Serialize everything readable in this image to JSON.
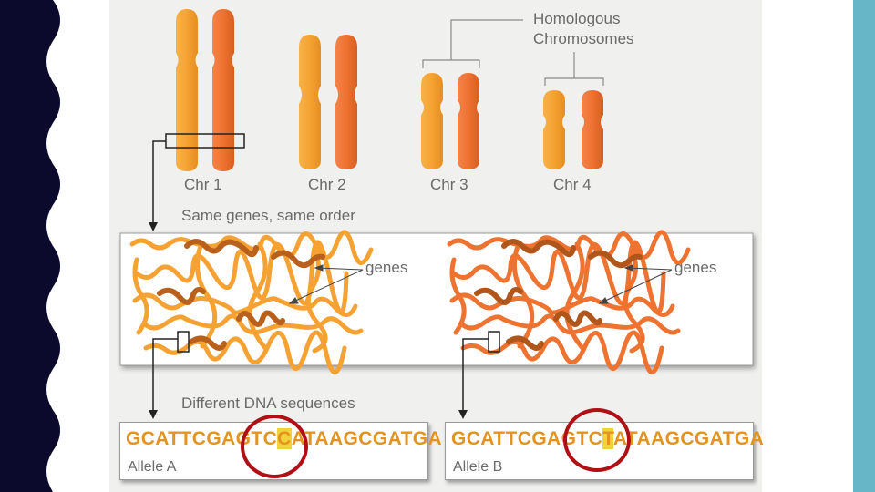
{
  "chromosomes": [
    {
      "label": "Chr 1"
    },
    {
      "label": "Chr 2"
    },
    {
      "label": "Chr 3"
    },
    {
      "label": "Chr 4"
    }
  ],
  "homologous_label_line1": "Homologous",
  "homologous_label_line2": "Chromosomes",
  "same_genes_label": "Same genes, same order",
  "genes_label_left": "genes",
  "genes_label_right": "genes",
  "different_dna_label": "Different DNA sequences",
  "allele_a": {
    "seq_before": "GCATTCGAGTC",
    "seq_highlight": "C",
    "seq_after": "ATAAGCGATGA",
    "label": "Allele A"
  },
  "allele_b": {
    "seq_before": "GCATTCGAGTC",
    "seq_highlight": "T",
    "seq_after": "ATAAGCGATGA",
    "label": "Allele B"
  },
  "colors": {
    "light_orange": "#f5a232",
    "dark_orange": "#ee7230",
    "gene_brown": "#b8601c",
    "circle_red": "#b01015",
    "highlight_yellow": "#f2d23a",
    "left_panel_navy": "#0b0a2c",
    "right_bar_teal": "#66b6c8"
  }
}
